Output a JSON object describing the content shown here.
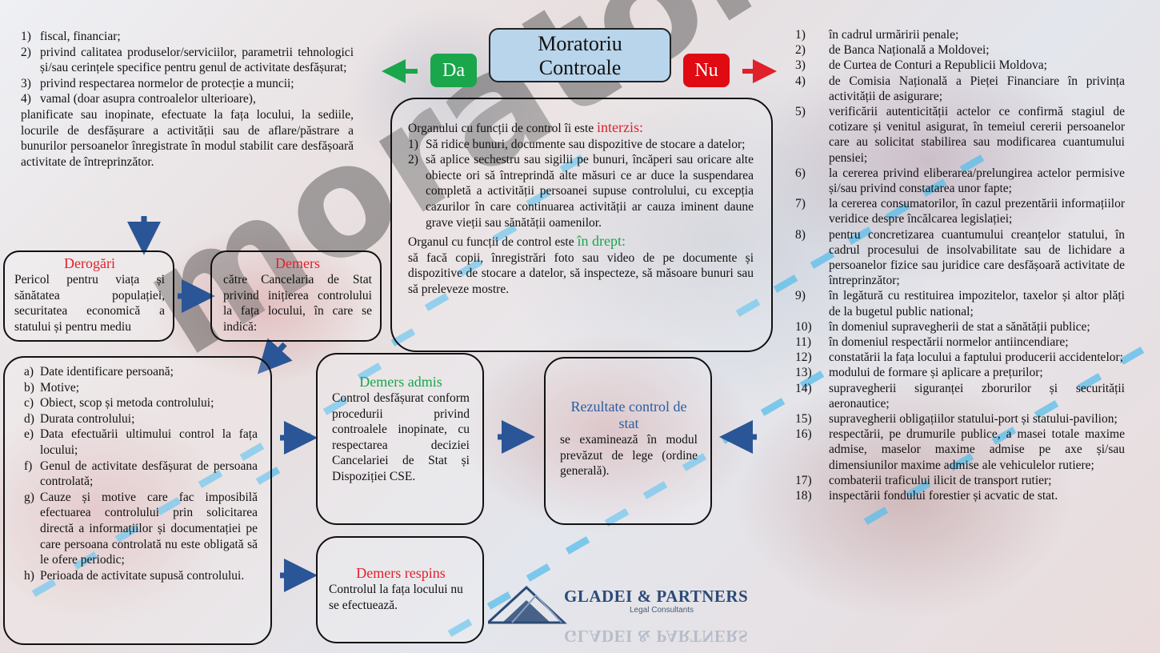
{
  "watermark": "moratoriu",
  "title": {
    "line1": "Moratoriu",
    "line2": "Controale"
  },
  "yes_label": "Da",
  "no_label": "Nu",
  "yes_list": [
    {
      "n": "1)",
      "t": "fiscal, financiar;"
    },
    {
      "n": "2)",
      "t": "privind calitatea produselor/serviciilor, parametrii tehnologici și/sau cerințele specifice pentru genul de activitate desfășurat;"
    },
    {
      "n": "3)",
      "t": "privind respectarea normelor de protecție a muncii;"
    },
    {
      "n": "4)",
      "t": "vamal (doar asupra controalelor ulterioare),"
    }
  ],
  "yes_paragraph": "planificate sau inopinate, efectuate la fața locului, la sediile, locurile de desfășurare a activității sau de aflare/păstrare a bunurilor persoanelor înregistrate în modul stabilit care desfășoară activitate de întreprinzător.",
  "derogari": {
    "title": "Derogări",
    "text": "Pericol pentru viața și sănătatea populației, securitatea economică a statului și pentru mediu"
  },
  "demers": {
    "title": "Demers",
    "text": "către Cancelaria de Stat privind inițierea controlului la fața locului, în care se indică:"
  },
  "criteria": [
    {
      "n": "a)",
      "t": "Date identificare persoană;"
    },
    {
      "n": "b)",
      "t": "Motive;"
    },
    {
      "n": "c)",
      "t": "Obiect, scop și metoda controlului;"
    },
    {
      "n": "d)",
      "t": "Durata controlului;"
    },
    {
      "n": "e)",
      "t": "Data efectuării ultimului control la fața locului;"
    },
    {
      "n": "f)",
      "t": "Genul de activitate desfășurat de persoana controlată;"
    },
    {
      "n": "g)",
      "t": "Cauze și motive care fac imposibilă efectuarea controlului prin solicitarea directă a informațiilor și documentației pe care persoana controlată nu este obligată să le ofere periodic;"
    },
    {
      "n": "h)",
      "t": "Perioada de activitate supusă controlului."
    }
  ],
  "center": {
    "intro": "Organului cu funcții de control îi este ",
    "forbidden": "interzis:",
    "items": [
      {
        "n": "1)",
        "t": "Să ridice bunuri, documente sau dispozitive de stocare a datelor;"
      },
      {
        "n": "2)",
        "t": "să aplice sechestru sau sigilii pe bunuri, încăperi sau oricare alte obiecte ori să întreprindă alte măsuri ce ar duce la suspendarea completă a activității persoanei supuse controlului, cu excepția cazurilor în care continuarea activității ar cauza iminent daune grave vieții sau sănătății oamenilor."
      }
    ],
    "intro2": "Organul cu funcții de control este ",
    "allowed": "în drept:",
    "allowed_text": "să facă copii, înregistrări foto sau video de pe documente și dispozitive de stocare a datelor, să inspecteze, să măsoare bunuri sau să preleveze mostre."
  },
  "admis": {
    "title": "Demers admis",
    "text": "Control desfășurat conform procedurii privind controalele inopinate, cu respectarea deciziei Cancelariei de Stat și Dispoziției CSE."
  },
  "rezultate": {
    "title": "Rezultate control de stat",
    "text": "se examinează în modul prevăzut de lege (ordine generală)."
  },
  "respins": {
    "title": "Demers respins",
    "text": "Controlul la fața locului nu se efectuează."
  },
  "logo": {
    "name": "GLADEI & PARTNERS",
    "sub": "Legal Consultants"
  },
  "no_list": [
    {
      "n": "1)",
      "t": "în cadrul urmăririi penale;"
    },
    {
      "n": "2)",
      "t": "de Banca Națională a Moldovei;"
    },
    {
      "n": "3)",
      "t": "de Curtea de Conturi a Republicii Moldova;"
    },
    {
      "n": "4)",
      "t": "de Comisia Națională a Pieței Financiare în privința activității de asigurare;"
    },
    {
      "n": "5)",
      "t": "verificării autenticității actelor ce confirmă stagiul de cotizare și venitul asigurat, în temeiul cererii persoanelor care au solicitat stabilirea sau modificarea cuantumului pensiei;"
    },
    {
      "n": "6)",
      "t": "la cererea privind eliberarea/prelungirea actelor permisive și/sau privind constatarea unor fapte;"
    },
    {
      "n": "7)",
      "t": "la cererea consumatorilor, în cazul prezentării informațiilor veridice despre încălcarea legislației;"
    },
    {
      "n": "8)",
      "t": "pentru concretizarea cuantumului creanțelor statului, în cadrul procesului de insolvabilitate sau de lichidare a persoanelor fizice sau juridice care desfășoară activitate de întreprinzător;"
    },
    {
      "n": "9)",
      "t": "în legătură cu restituirea impozitelor, taxelor și altor plăți de la bugetul public national;"
    },
    {
      "n": "10)",
      "t": "în domeniul supravegherii de stat a sănătății publice;"
    },
    {
      "n": "11)",
      "t": "în domeniul respectării normelor antiincendiare;"
    },
    {
      "n": "12)",
      "t": "constatării la fața locului a faptului producerii accidentelor;"
    },
    {
      "n": "13)",
      "t": "modului de formare și aplicare a prețurilor;"
    },
    {
      "n": "14)",
      "t": "supravegherii siguranței zborurilor și securității aeronautice;"
    },
    {
      "n": "15)",
      "t": "supravegherii obligațiilor statului-port și statului-pavilion;"
    },
    {
      "n": "16)",
      "t": "respectării, pe drumurile publice, a masei totale maxime admise, maselor maxime admise pe axe și/sau dimensiunilor maxime admise ale vehiculelor rutiere;"
    },
    {
      "n": "17)",
      "t": "combaterii traficului ilicit de transport rutier;"
    },
    {
      "n": "18)",
      "t": "inspectării fondului forestier și acvatic de stat."
    }
  ],
  "colors": {
    "accent_red": "#e0202a",
    "accent_green": "#1aa64a",
    "arrow_blue": "#2a5596",
    "title_fill": "#b9d5ec"
  }
}
